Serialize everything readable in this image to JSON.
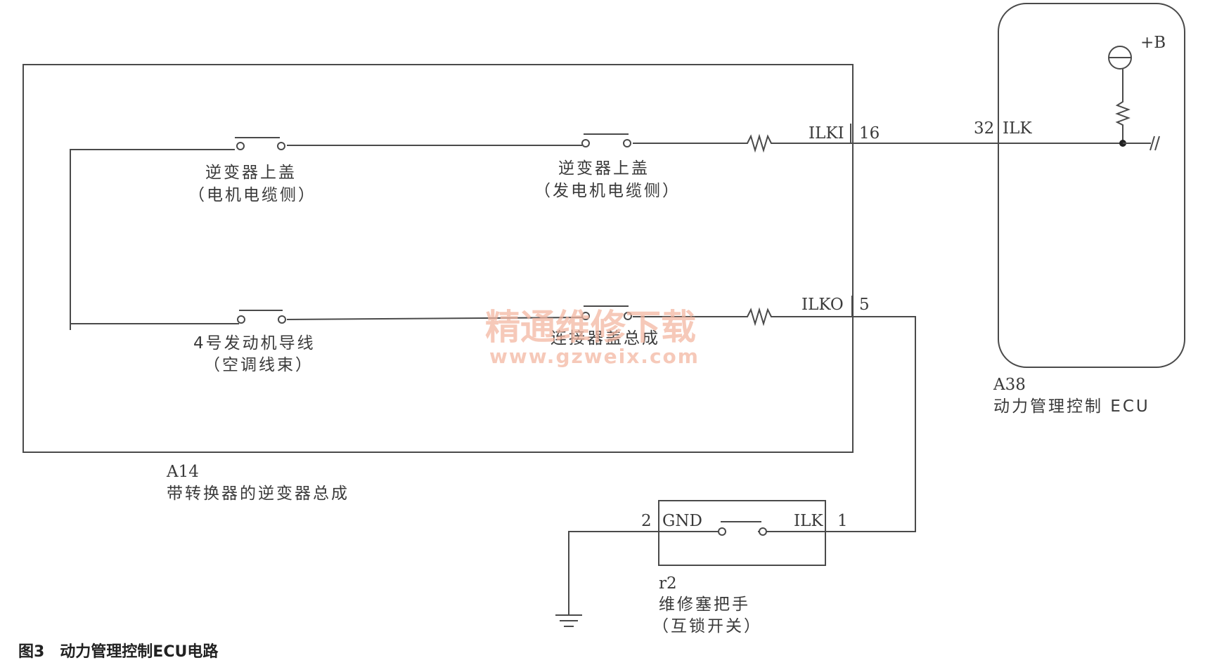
{
  "inverter": {
    "code": "A14",
    "name": "带转换器的逆变器总成",
    "sw_top_left": {
      "line1": "逆变器上盖",
      "line2": "（电机电缆侧）"
    },
    "sw_top_right": {
      "line1": "逆变器上盖",
      "line2": "（发电机电缆侧）"
    },
    "sw_bottom_left": {
      "line1": "4号发动机导线",
      "line2": "（空调线束）"
    },
    "sw_bottom_right": {
      "line1": "连接器盖总成"
    },
    "pin_ilki": {
      "name": "ILKI",
      "number": "16"
    },
    "pin_ilko": {
      "name": "ILKO",
      "number": "5"
    }
  },
  "ecu": {
    "code": "A38",
    "name": "动力管理控制 ECU",
    "pin": {
      "number": "32",
      "name": "ILK"
    },
    "supply": "+B"
  },
  "service_plug": {
    "code": "r2",
    "name": "维修塞把手",
    "sub": "（互锁开关）",
    "pin_gnd": {
      "number": "2",
      "name": "GND"
    },
    "pin_ilk": {
      "name": "ILK",
      "number": "1"
    }
  },
  "watermark": {
    "line1": "精通维修下载",
    "line2": "www.gzweix.com"
  },
  "caption": "图3　动力管理控制ECU电路"
}
